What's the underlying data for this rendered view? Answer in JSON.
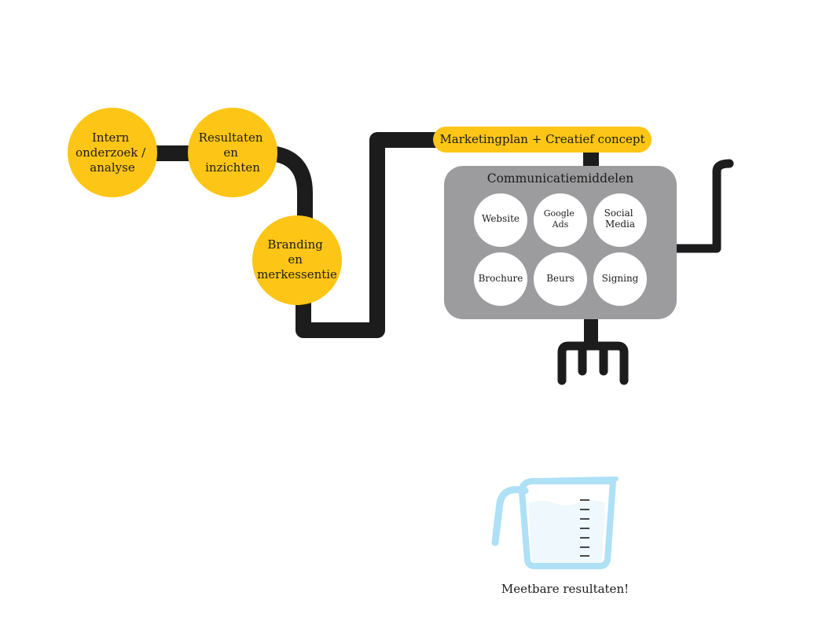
{
  "colors": {
    "pipe": "#1c1c1c",
    "node": "#fdc516",
    "box": "#9c9c9e",
    "inner": "#ffffff",
    "cup_outline": "#aee0f6",
    "cup_milk": "#eef8fd"
  },
  "nodes": {
    "intern": {
      "lines": [
        "Intern",
        "onderzoek /",
        "analyse"
      ]
    },
    "resultaten": {
      "lines": [
        "Resultaten",
        "en",
        "inzichten"
      ]
    },
    "branding": {
      "lines": [
        "Branding",
        "en",
        "merkessentie"
      ]
    }
  },
  "pill": {
    "label": "Marketingplan + Creatief concept"
  },
  "box": {
    "title": "Communicatiemiddelen",
    "items": [
      {
        "lines": [
          "Website"
        ]
      },
      {
        "lines": [
          "Google",
          "Ads"
        ]
      },
      {
        "lines": [
          "Social",
          "Media"
        ]
      },
      {
        "lines": [
          "Brochure"
        ]
      },
      {
        "lines": [
          "Beurs"
        ]
      },
      {
        "lines": [
          "Signing"
        ]
      }
    ]
  },
  "result": {
    "label": "Meetbare resultaten!"
  },
  "icons": {
    "cup": "measuring-cup-icon",
    "faucet": "faucet-icon",
    "pipe": "pipe-line"
  }
}
